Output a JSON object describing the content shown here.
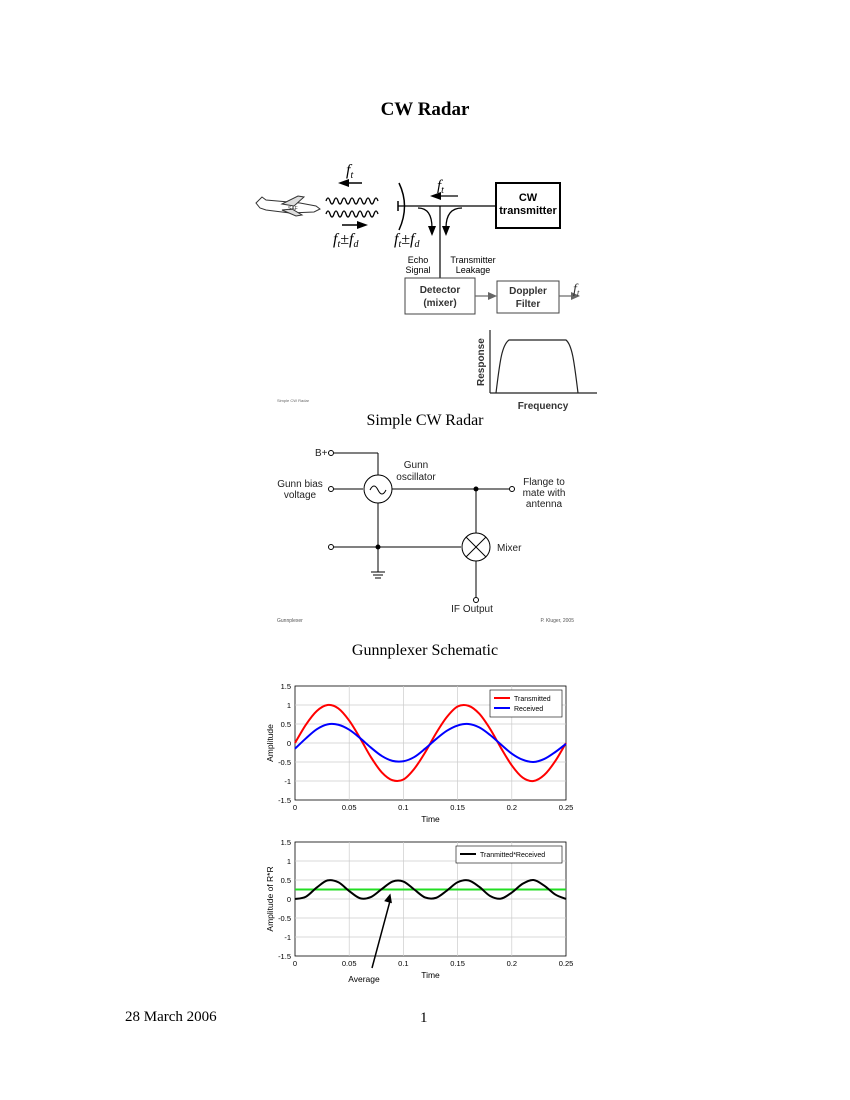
{
  "page": {
    "title": "CW Radar",
    "footer_date": "28 March 2006",
    "page_number": "1"
  },
  "figure1": {
    "caption": "Simple CW Radar",
    "tx_box": [
      "CW",
      "transmitter"
    ],
    "detector_box": [
      "Detector",
      "(mixer)"
    ],
    "doppler_box": [
      "Doppler",
      "Filter"
    ],
    "echo_label": [
      "Echo",
      "Signal"
    ],
    "leak_label": [
      "Transmitter",
      "Leakage"
    ],
    "freq_labels": {
      "ft_top": "f",
      "ft_sub": "t",
      "fd_sub": "d",
      "pm": "±",
      "out_sub": "t"
    },
    "response_plot": {
      "ylabel": "Response",
      "xlabel": "Frequency"
    },
    "credit": "Simple CW Radar"
  },
  "figure2": {
    "caption": "Gunnplexer Schematic",
    "labels": {
      "bplus": "B+",
      "gunn_bias": [
        "Gunn bias",
        "voltage"
      ],
      "gunn_osc": [
        "Gunn",
        "oscillator"
      ],
      "flange": [
        "Flange to",
        "mate with",
        "antenna"
      ],
      "mixer": "Mixer",
      "if_output": "IF Output"
    },
    "credit_left": "Gunnplexer",
    "credit_right": "P. Kluger, 2005"
  },
  "chart_data": [
    {
      "type": "line",
      "xlabel": "Time",
      "ylabel": "Amplitude",
      "xlim": [
        0,
        0.25
      ],
      "ylim": [
        -1.5,
        1.5
      ],
      "xticks": [
        "0",
        "0.05",
        "0.1",
        "0.15",
        "0.2",
        "0.25"
      ],
      "yticks": [
        "1.5",
        "1",
        "0.5",
        "0",
        "-0.5",
        "-1",
        "-1.5"
      ],
      "grid": true,
      "legend_position": "top-right",
      "series": [
        {
          "name": "Transmitted",
          "color": "#ff0000",
          "x": [
            0,
            0.01,
            0.02,
            0.03,
            0.04,
            0.05,
            0.06,
            0.07,
            0.08,
            0.09,
            0.1,
            0.11,
            0.12,
            0.13,
            0.14,
            0.15,
            0.16,
            0.17,
            0.18,
            0.19,
            0.2,
            0.21,
            0.22,
            0.23,
            0.24,
            0.25
          ],
          "values": [
            0,
            0.48,
            0.84,
            1.0,
            0.91,
            0.59,
            0.13,
            -0.37,
            -0.77,
            -0.98,
            -0.96,
            -0.68,
            -0.25,
            0.25,
            0.68,
            0.96,
            0.98,
            0.77,
            0.37,
            -0.13,
            -0.59,
            -0.91,
            -1.0,
            -0.84,
            -0.48,
            0
          ]
        },
        {
          "name": "Received",
          "color": "#0000ff",
          "x": [
            0,
            0.01,
            0.02,
            0.03,
            0.04,
            0.05,
            0.06,
            0.07,
            0.08,
            0.09,
            0.1,
            0.11,
            0.12,
            0.13,
            0.14,
            0.15,
            0.16,
            0.17,
            0.18,
            0.19,
            0.2,
            0.21,
            0.22,
            0.23,
            0.24,
            0.25
          ],
          "values": [
            -0.15,
            0.12,
            0.36,
            0.49,
            0.48,
            0.35,
            0.13,
            -0.12,
            -0.34,
            -0.47,
            -0.48,
            -0.37,
            -0.15,
            0.1,
            0.32,
            0.46,
            0.5,
            0.41,
            0.21,
            -0.04,
            -0.28,
            -0.44,
            -0.5,
            -0.42,
            -0.24,
            -0.02
          ]
        }
      ]
    },
    {
      "type": "line",
      "xlabel": "Time",
      "ylabel": "Amplitude of R*R",
      "xlim": [
        0,
        0.25
      ],
      "ylim": [
        -1.5,
        1.5
      ],
      "xticks": [
        "0",
        "0.05",
        "0.1",
        "0.15",
        "0.2",
        "0.25"
      ],
      "yticks": [
        "1.5",
        "1",
        "0.5",
        "0",
        "-0.5",
        "-1",
        "-1.5"
      ],
      "grid": true,
      "legend_position": "top-right",
      "annotation": "Average",
      "average_value": 0.25,
      "series": [
        {
          "name": "Tranmitted*Received",
          "color": "#000000",
          "x": [
            0,
            0.01,
            0.02,
            0.03,
            0.04,
            0.05,
            0.06,
            0.07,
            0.08,
            0.09,
            0.1,
            0.11,
            0.12,
            0.13,
            0.14,
            0.15,
            0.16,
            0.17,
            0.18,
            0.19,
            0.2,
            0.21,
            0.22,
            0.23,
            0.24,
            0.25
          ],
          "values": [
            0,
            0.06,
            0.3,
            0.49,
            0.44,
            0.21,
            0.02,
            0.05,
            0.26,
            0.46,
            0.46,
            0.25,
            0.04,
            0.03,
            0.22,
            0.44,
            0.49,
            0.32,
            0.08,
            0.01,
            0.17,
            0.4,
            0.5,
            0.35,
            0.12,
            0
          ]
        }
      ]
    }
  ]
}
